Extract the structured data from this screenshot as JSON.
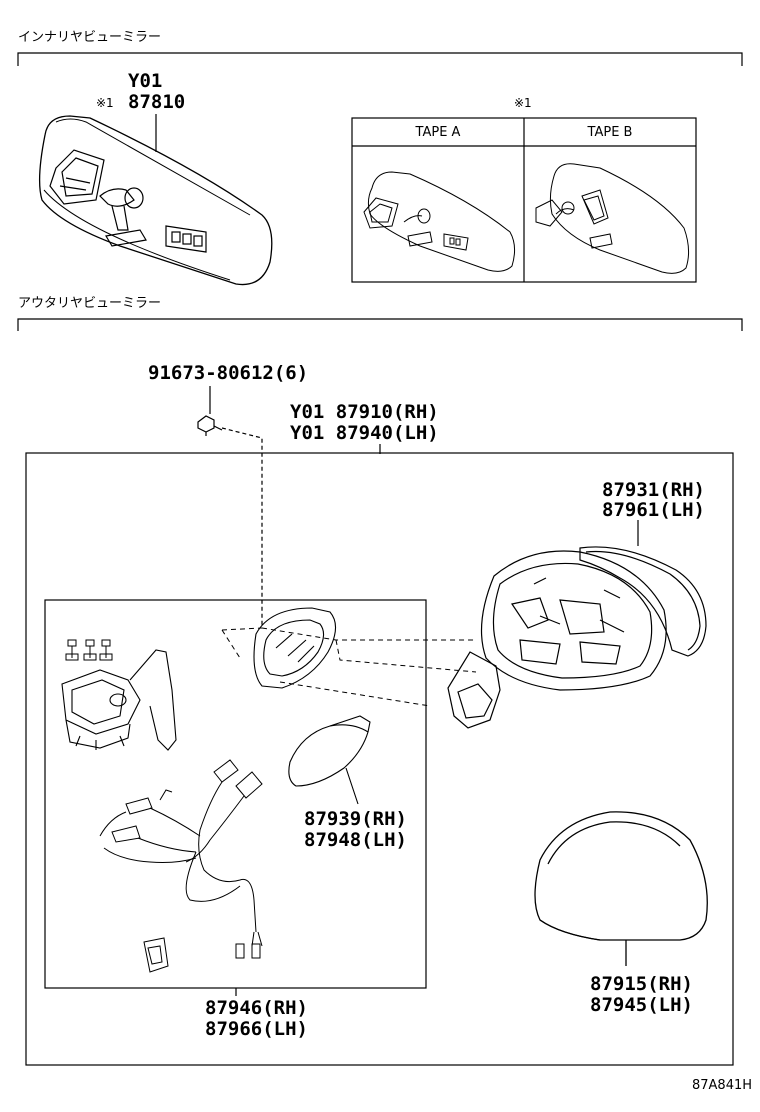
{
  "sections": {
    "inner": "インナリヤビューミラー",
    "outer": "アウタリヤビューミラー"
  },
  "inner_mirror": {
    "code": "Y01",
    "note_mark": "※1",
    "part": "87810"
  },
  "tape_table": {
    "note_mark": "※1",
    "col_a": "TAPE A",
    "col_b": "TAPE B"
  },
  "parts": {
    "screw": "91673-80612(6)",
    "assy_rh": "Y01 87910(RH)",
    "assy_lh": "Y01 87940(LH)",
    "glass_rh": "87931(RH)",
    "glass_lh": "87961(LH)",
    "lamp_rh": "87939(RH)",
    "lamp_lh": "87948(LH)",
    "cover_rh": "87915(RH)",
    "cover_lh": "87945(LH)",
    "motor_rh": "87946(RH)",
    "motor_lh": "87966(LH)"
  },
  "diagram_ref": "87A841H"
}
